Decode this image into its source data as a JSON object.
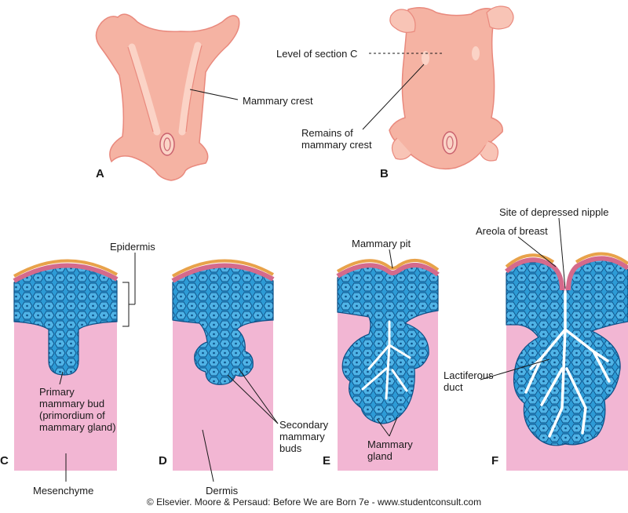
{
  "colors": {
    "embryo_fill": "#f5b3a3",
    "embryo_shadow": "#e9897d",
    "crest": "#fbd3c6",
    "dermis": "#f2b6d3",
    "epithelium": "#2d9bd6",
    "cell_line": "#0d4f86",
    "epidermis_pink": "#d46a8c",
    "epidermis_orange": "#e8a24a"
  },
  "panels": {
    "a": "A",
    "b": "B",
    "c": "C",
    "d": "D",
    "e": "E",
    "f": "F"
  },
  "labels": {
    "mammary_crest": "Mammary crest",
    "level_of_section": "Level of section C",
    "remains_of_crest": "Remains of mammary crest",
    "epidermis": "Epidermis",
    "primary_bud": "Primary mammary bud (primordium of mammary gland)",
    "mesenchyme": "Mesenchyme",
    "dermis": "Dermis",
    "secondary_buds": "Secondary mammary buds",
    "mammary_pit": "Mammary pit",
    "mammary_gland": "Mammary gland",
    "site_nipple": "Site of depressed nipple",
    "areola": "Areola of breast",
    "lactiferous_duct": "Lactiferous duct"
  },
  "credit": "© Elsevier. Moore & Persaud: Before We are Born 7e - www.studentconsult.com"
}
